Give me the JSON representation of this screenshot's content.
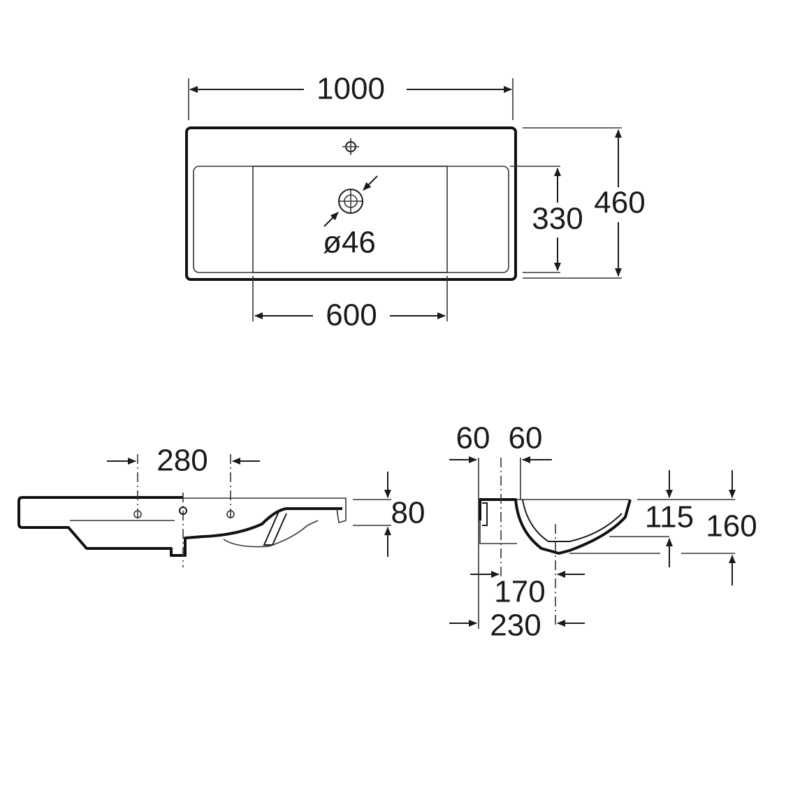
{
  "top_view": {
    "width_label": "1000",
    "depth_label": "460",
    "bowl_depth_label": "330",
    "bowl_width_label": "600",
    "drain_label": "ø46"
  },
  "front_view": {
    "hole_spacing_label": "280",
    "rim_height_label": "80"
  },
  "side_view": {
    "left_offset_label": "60",
    "right_offset_label": "60",
    "bowl_height_label": "115",
    "total_height_label": "160",
    "drain_offset_label": "170",
    "total_offset_label": "230"
  },
  "colors": {
    "line": "#1a1a1a",
    "background": "#ffffff"
  }
}
